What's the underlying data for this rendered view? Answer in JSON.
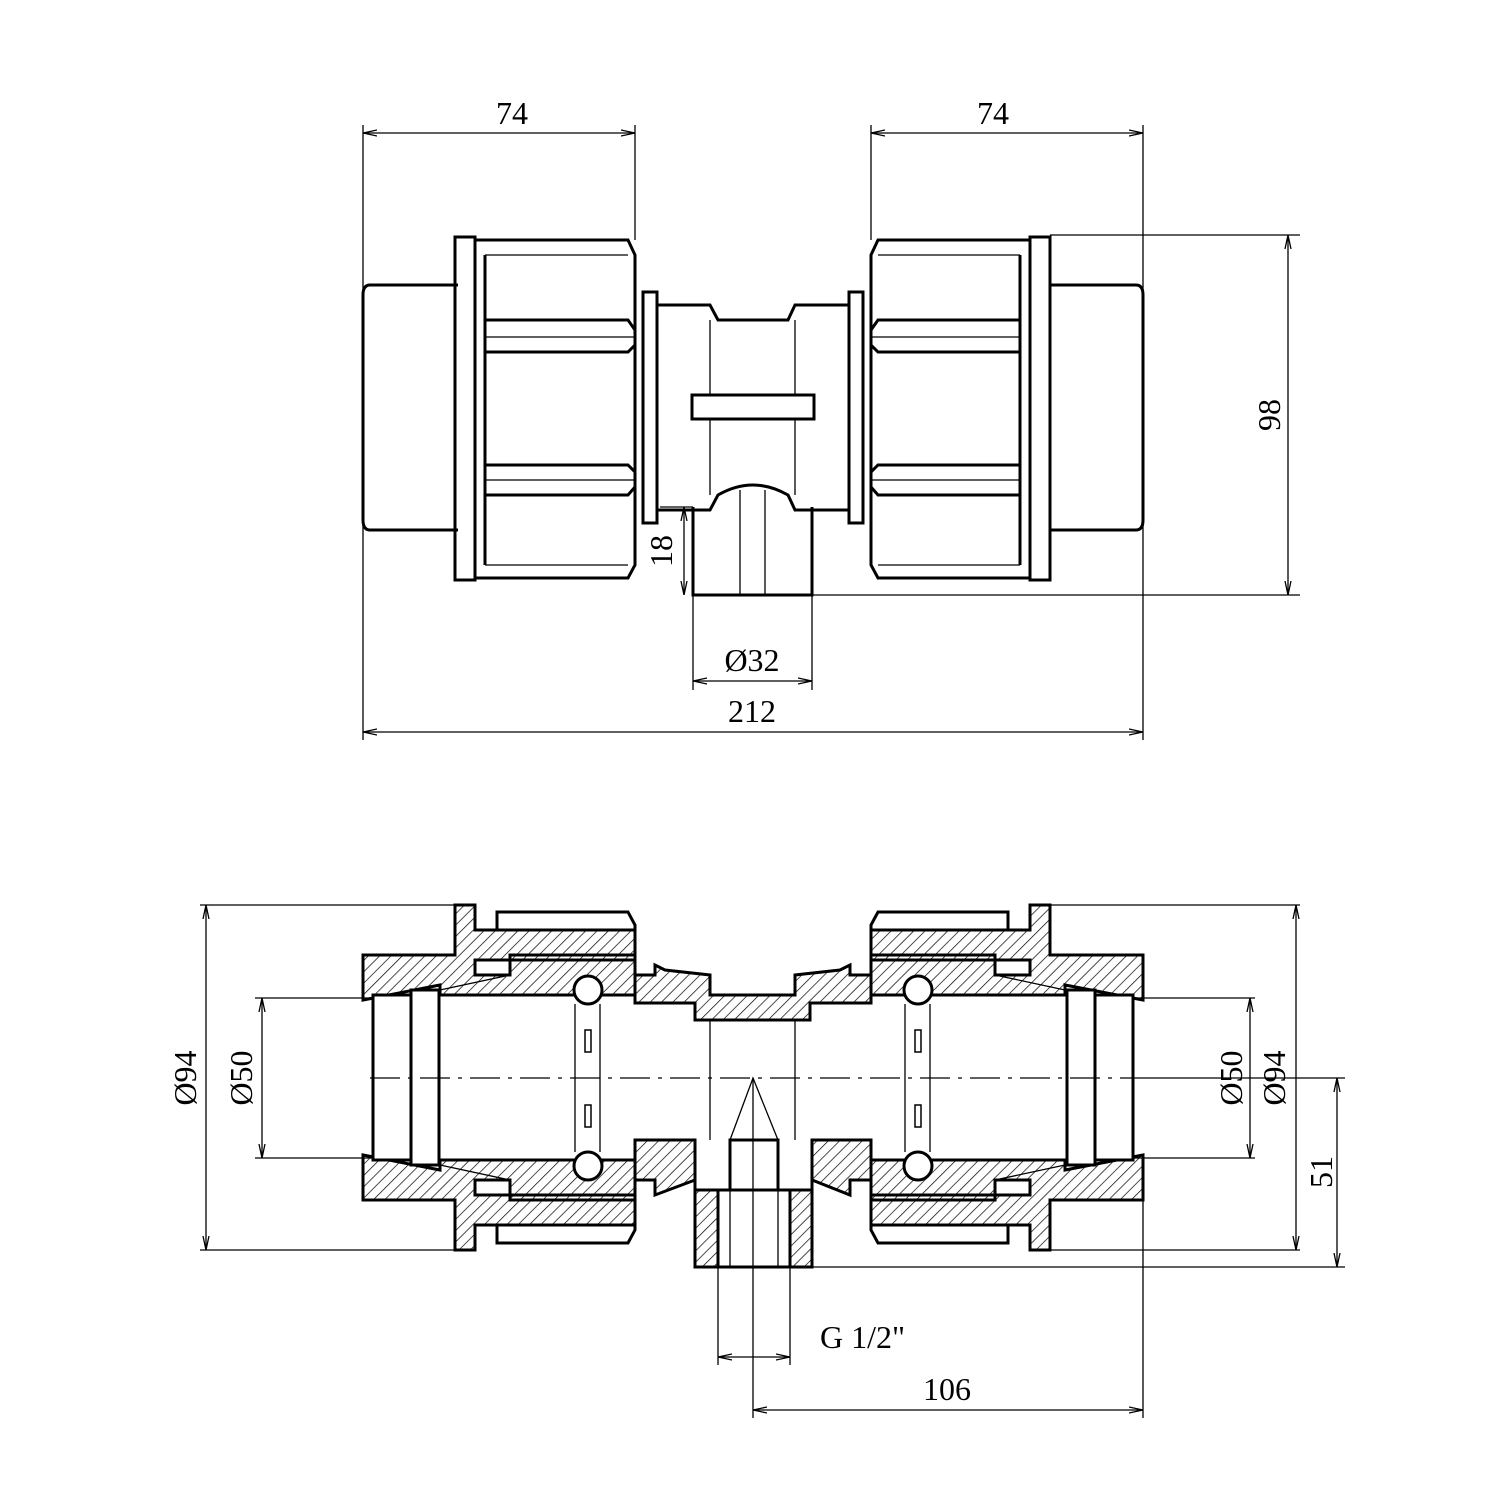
{
  "drawing": {
    "top_view": {
      "dimensions": {
        "left_length": "74",
        "right_length": "74",
        "height": "98",
        "branch_height": "18",
        "branch_diameter": "Ø32",
        "overall_length": "212"
      }
    },
    "section_view": {
      "dimensions": {
        "left_outer_diameter": "Ø94",
        "left_inner_diameter": "Ø50",
        "right_inner_diameter": "Ø50",
        "right_outer_diameter": "Ø94",
        "axis_to_branch": "51",
        "branch_thread": "G 1/2\"",
        "half_length": "106"
      }
    }
  }
}
